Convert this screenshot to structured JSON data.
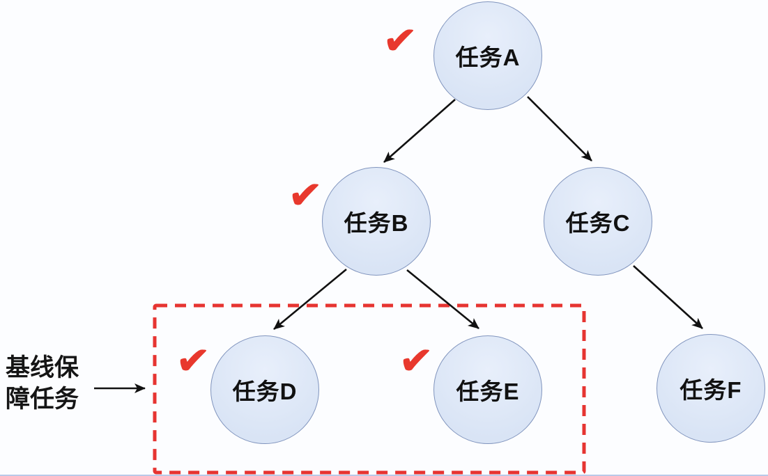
{
  "nodes": [
    {
      "id": "A",
      "label": "任务A",
      "checked": true,
      "in_baseline_box": false
    },
    {
      "id": "B",
      "label": "任务B",
      "checked": true,
      "in_baseline_box": false
    },
    {
      "id": "C",
      "label": "任务C",
      "checked": false,
      "in_baseline_box": false
    },
    {
      "id": "D",
      "label": "任务D",
      "checked": true,
      "in_baseline_box": true
    },
    {
      "id": "E",
      "label": "任务E",
      "checked": true,
      "in_baseline_box": true
    },
    {
      "id": "F",
      "label": "任务F",
      "checked": false,
      "in_baseline_box": false
    }
  ],
  "edges": [
    {
      "from": "任务A",
      "to": "任务B"
    },
    {
      "from": "任务A",
      "to": "任务C"
    },
    {
      "from": "任务B",
      "to": "任务D"
    },
    {
      "from": "任务B",
      "to": "任务E"
    },
    {
      "from": "任务C",
      "to": "任务F"
    }
  ],
  "annotation": {
    "text": "基线保障任务",
    "line1": "基线保",
    "line2": "障任务"
  },
  "icons": {
    "check": "✔"
  },
  "colors": {
    "background": "#fcfdff",
    "node-fill": "#d9e4f5",
    "node-fill-light": "#e8effb",
    "node-border": "#8094bd",
    "node-text": "#111111",
    "check": "#e8382d",
    "box": "#e63431",
    "arrow": "#111111",
    "bottom-line": "#b9c9e8"
  }
}
